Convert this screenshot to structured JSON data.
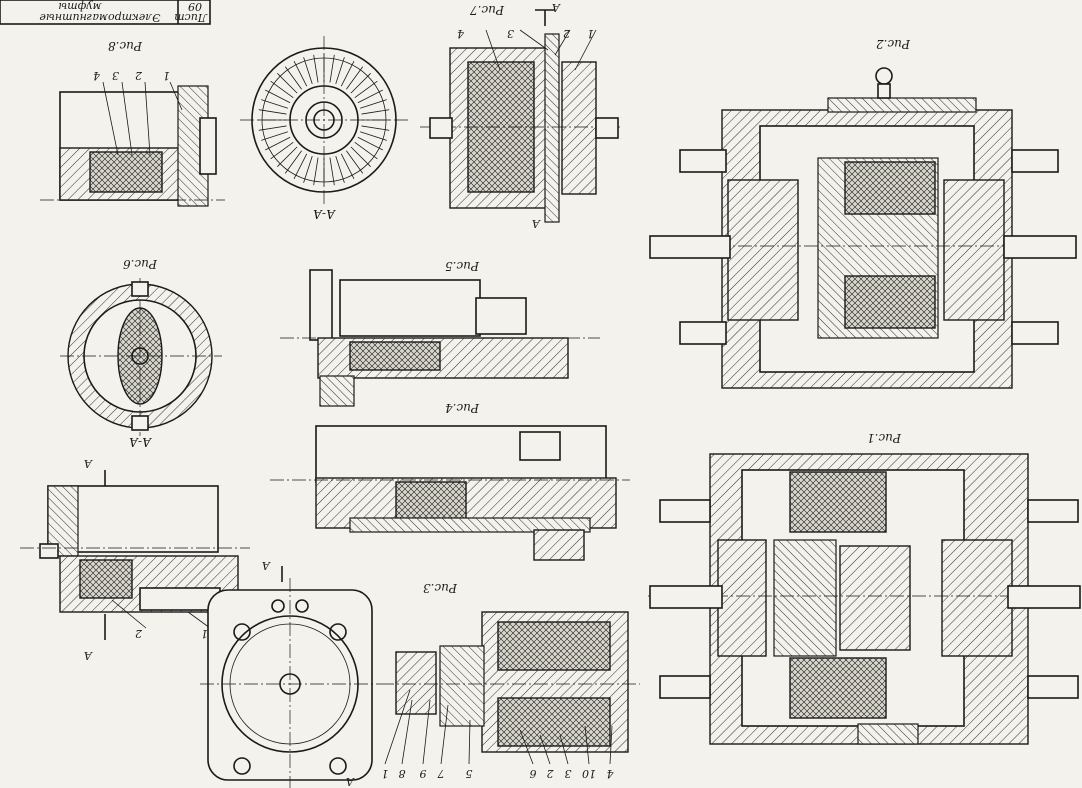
{
  "title_block": {
    "sheet_label": "Лист",
    "sheet_number": "09",
    "title_line1": "Электромагнитные",
    "title_line2": "муфты"
  },
  "figures": {
    "fig1": "Рис.1",
    "fig2": "Рис.2",
    "fig3": "Рис.3",
    "fig4": "Рис.4",
    "fig5": "Рис.5",
    "fig6": "Рис.6",
    "fig7": "Рис.7",
    "fig8": "Рис.8"
  },
  "sections": {
    "section_aa_fig7": "А-А",
    "section_aa_fig6": "А-А",
    "cut_a": "А"
  },
  "callouts": {
    "fig7": [
      "1",
      "2",
      "3",
      "4"
    ],
    "fig8": [
      "1",
      "2",
      "3",
      "4"
    ],
    "fig6_lower": [
      "1",
      "2"
    ],
    "fig3": [
      "1",
      "8",
      "9",
      "7",
      "5",
      "6",
      "2",
      "3",
      "10",
      "4"
    ]
  }
}
